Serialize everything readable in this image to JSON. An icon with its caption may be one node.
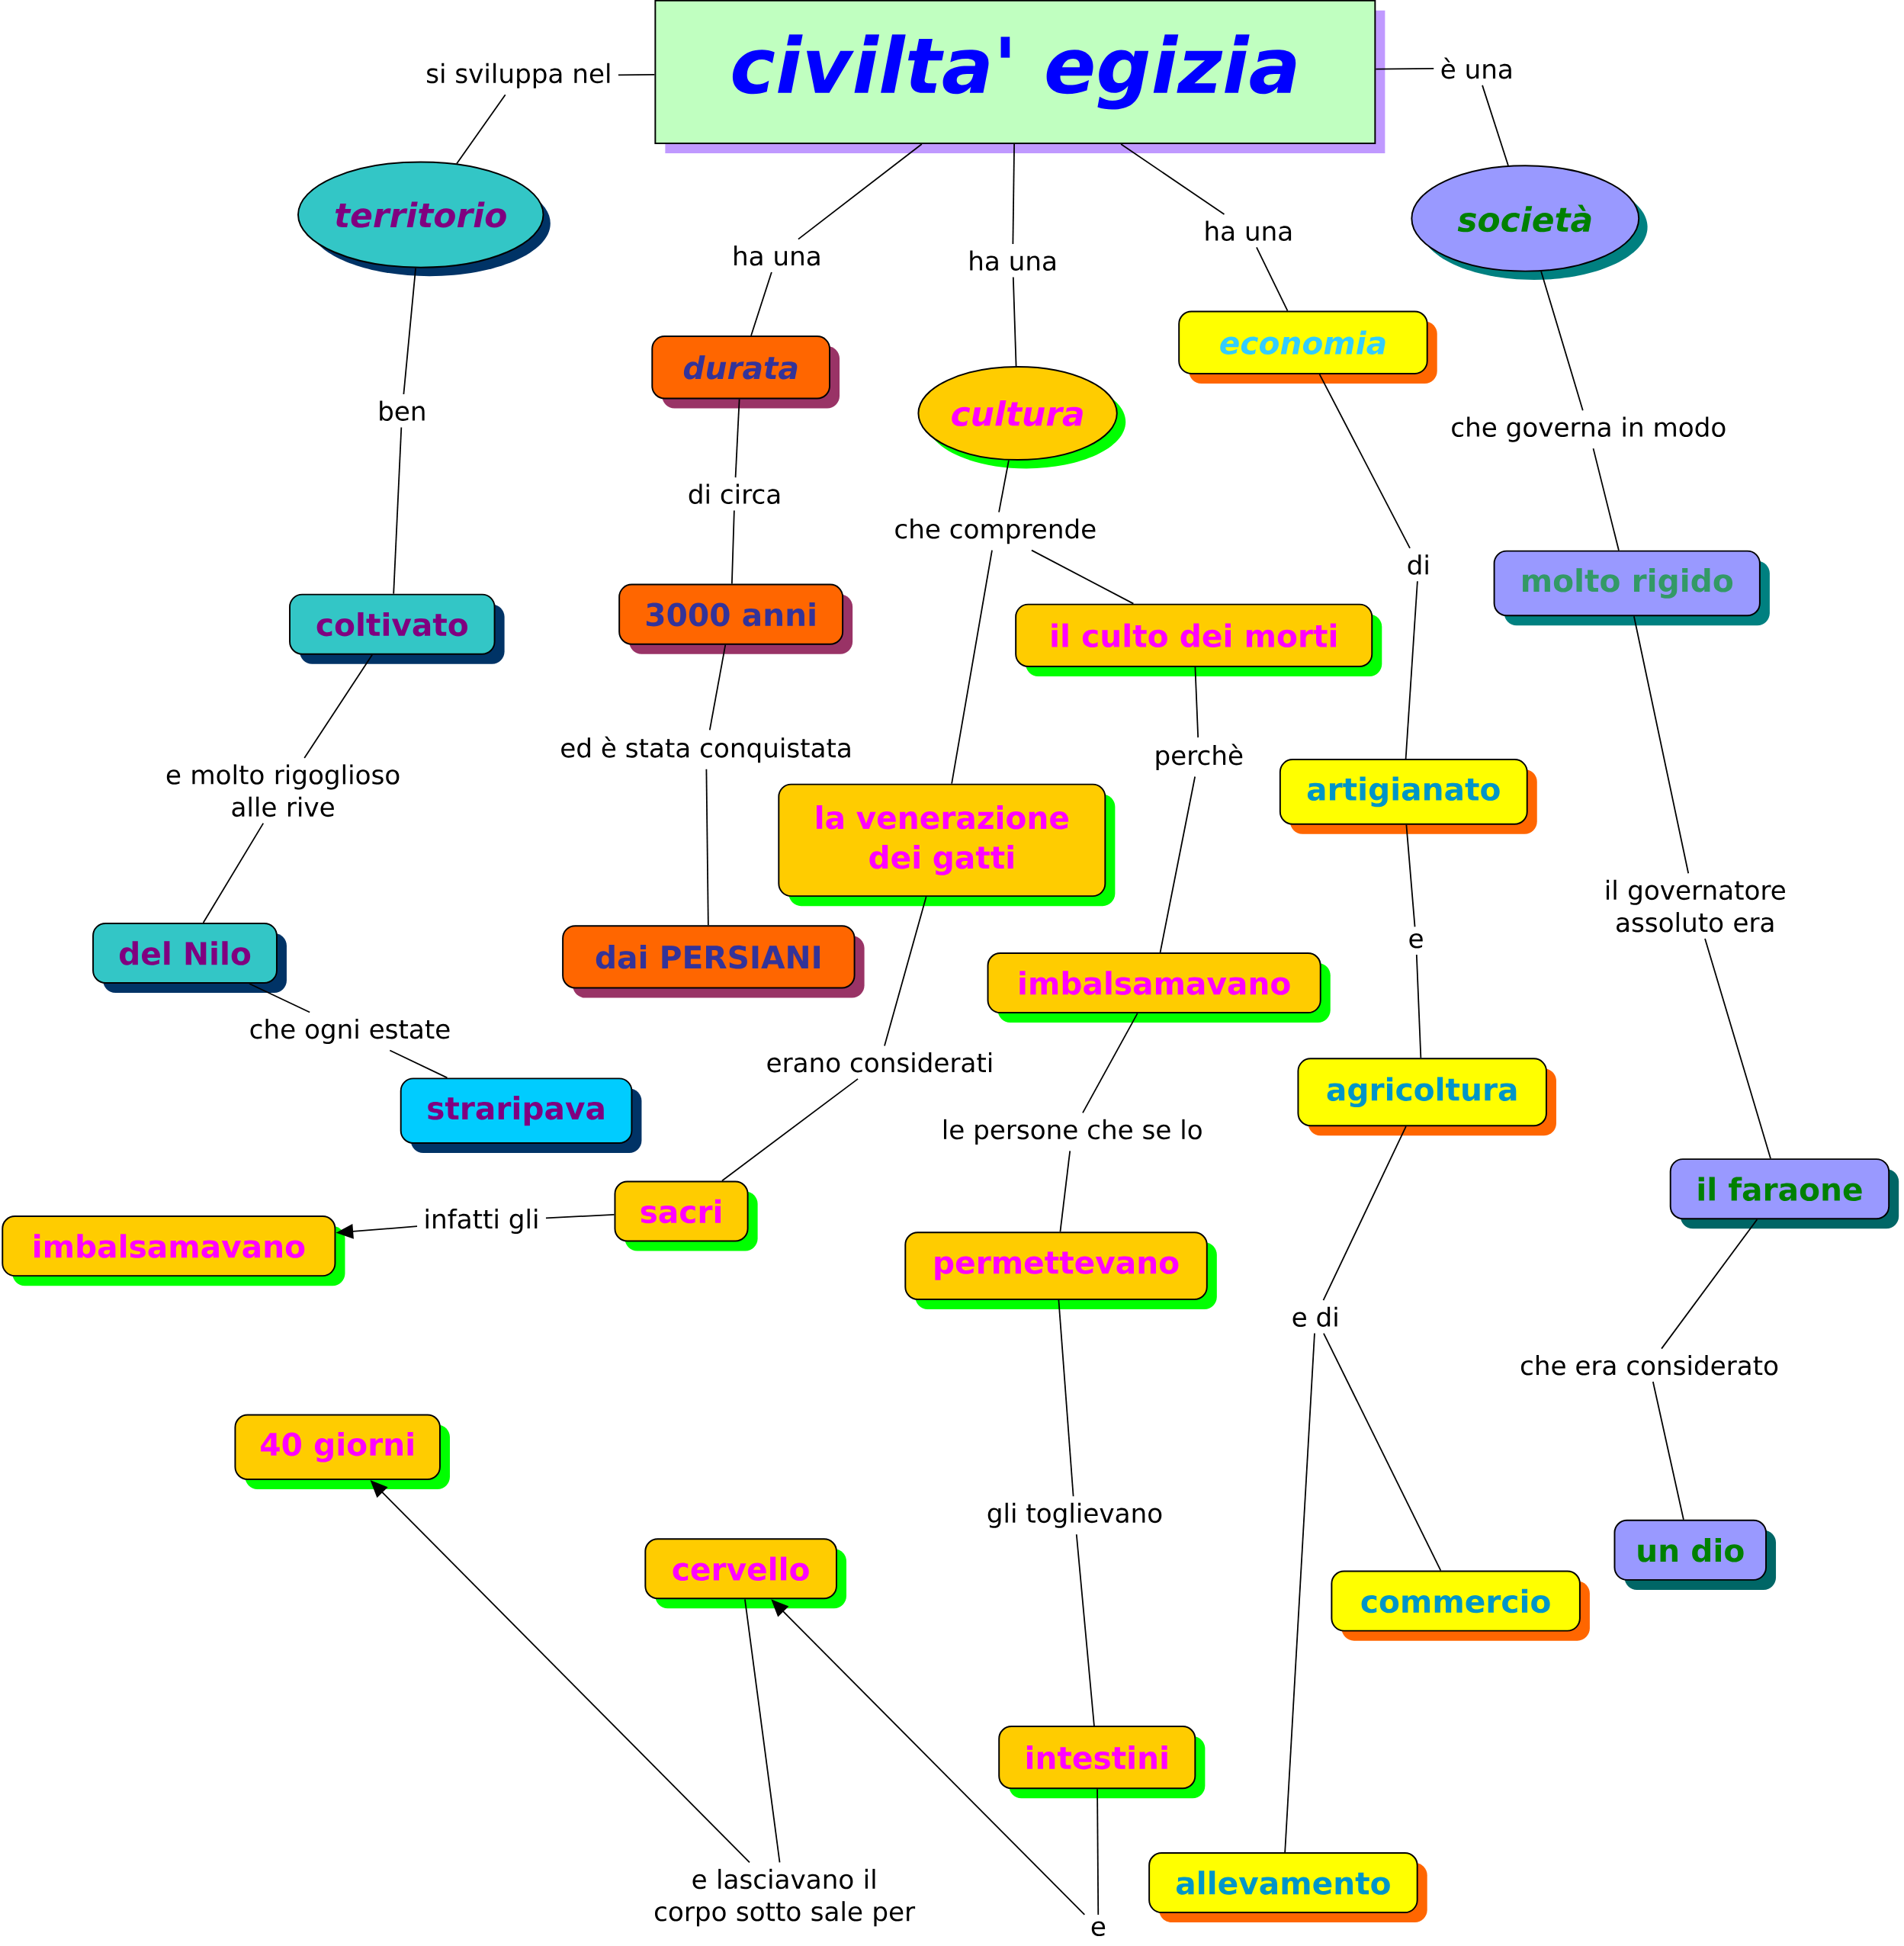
{
  "diagram": {
    "nodes": [
      {
        "text": [
          "civilta' egizia"
        ]
      },
      {
        "text": [
          "si sviluppa nel"
        ]
      },
      {
        "text": [
          "territorio"
        ]
      },
      {
        "text": [
          "ben"
        ]
      },
      {
        "text": [
          "coltivato"
        ]
      },
      {
        "text": [
          "e molto rigoglioso alle rive"
        ]
      },
      {
        "text": [
          "del Nilo"
        ]
      },
      {
        "text": [
          "che ogni estate"
        ]
      },
      {
        "text": [
          "straripava"
        ]
      },
      {
        "text": [
          "ha una"
        ]
      },
      {
        "text": [
          "durata"
        ]
      },
      {
        "text": [
          "di circa"
        ]
      },
      {
        "text": [
          "3000 anni"
        ]
      },
      {
        "text": [
          "ed è stata conquistata"
        ]
      },
      {
        "text": [
          "dai PERSIANI"
        ]
      },
      {
        "text": [
          "ha una"
        ]
      },
      {
        "text": [
          "cultura"
        ]
      },
      {
        "text": [
          "che comprende"
        ]
      },
      {
        "text": [
          "il culto dei morti"
        ]
      },
      {
        "text": [
          "la venerazione dei gatti"
        ]
      },
      {
        "text": [
          "perchè"
        ]
      },
      {
        "text": [
          "imbalsamavano"
        ]
      },
      {
        "text": [
          "erano considerati"
        ]
      },
      {
        "text": [
          "sacri"
        ]
      },
      {
        "text": [
          "infatti gli"
        ]
      },
      {
        "text": [
          "imbalsamavano"
        ]
      },
      {
        "text": [
          "le persone che se lo"
        ]
      },
      {
        "text": [
          "permettevano"
        ]
      },
      {
        "text": [
          "gli toglievano"
        ]
      },
      {
        "text": [
          "intestini"
        ]
      },
      {
        "text": [
          "e"
        ]
      },
      {
        "text": [
          "cervello"
        ]
      },
      {
        "text": [
          "e  lasciavano il corpo sotto sale per"
        ]
      },
      {
        "text": [
          "40 giorni"
        ]
      },
      {
        "text": [
          "ha una"
        ]
      },
      {
        "text": [
          "economia"
        ]
      },
      {
        "text": [
          "di"
        ]
      },
      {
        "text": [
          "artigianato"
        ]
      },
      {
        "text": [
          "e"
        ]
      },
      {
        "text": [
          "agricoltura"
        ]
      },
      {
        "text": [
          "e di"
        ]
      },
      {
        "text": [
          "commercio"
        ]
      },
      {
        "text": [
          "allevamento"
        ]
      },
      {
        "text": [
          "è una"
        ]
      },
      {
        "text": [
          "società"
        ]
      },
      {
        "text": [
          "che governa in modo"
        ]
      },
      {
        "text": [
          "molto rigido"
        ]
      },
      {
        "text": [
          "il governatore assoluto era"
        ]
      },
      {
        "text": [
          "il faraone"
        ]
      },
      {
        "text": [
          "che era considerato"
        ]
      },
      {
        "text": [
          "un dio"
        ]
      }
    ],
    "edges": [
      {
        "from": 0,
        "to": 1,
        "arrow": "none"
      },
      {
        "from": 1,
        "to": 2,
        "arrow": "none"
      },
      {
        "from": 2,
        "to": 3,
        "arrow": "none"
      },
      {
        "from": 3,
        "to": 4,
        "arrow": "none"
      },
      {
        "from": 4,
        "to": 5,
        "arrow": "none"
      },
      {
        "from": 5,
        "to": 6,
        "arrow": "none"
      },
      {
        "from": 6,
        "to": 7,
        "arrow": "none"
      },
      {
        "from": 7,
        "to": 8,
        "arrow": "none"
      },
      {
        "from": 0,
        "to": 9,
        "arrow": "none"
      },
      {
        "from": 9,
        "to": 10,
        "arrow": "none"
      },
      {
        "from": 10,
        "to": 11,
        "arrow": "none"
      },
      {
        "from": 11,
        "to": 12,
        "arrow": "none"
      },
      {
        "from": 12,
        "to": 13,
        "arrow": "none"
      },
      {
        "from": 13,
        "to": 14,
        "arrow": "none"
      },
      {
        "from": 0,
        "to": 15,
        "arrow": "none"
      },
      {
        "from": 15,
        "to": 16,
        "arrow": "none"
      },
      {
        "from": 16,
        "to": 17,
        "arrow": "none"
      },
      {
        "from": 17,
        "to": 18,
        "arrow": "none"
      },
      {
        "from": 17,
        "to": 19,
        "arrow": "none"
      },
      {
        "from": 18,
        "to": 20,
        "arrow": "none"
      },
      {
        "from": 20,
        "to": 21,
        "arrow": "none"
      },
      {
        "from": 19,
        "to": 22,
        "arrow": "none"
      },
      {
        "from": 22,
        "to": 23,
        "arrow": "none"
      },
      {
        "from": 23,
        "to": 24,
        "arrow": "none"
      },
      {
        "from": 24,
        "to": 25,
        "arrow": "to"
      },
      {
        "from": 21,
        "to": 26,
        "arrow": "none"
      },
      {
        "from": 26,
        "to": 27,
        "arrow": "none"
      },
      {
        "from": 27,
        "to": 28,
        "arrow": "none"
      },
      {
        "from": 28,
        "to": 29,
        "arrow": "none"
      },
      {
        "from": 29,
        "to": 30,
        "arrow": "none"
      },
      {
        "from": 30,
        "to": 31,
        "arrow": "to"
      },
      {
        "from": 31,
        "to": 32,
        "arrow": "none"
      },
      {
        "from": 32,
        "to": 33,
        "arrow": "to"
      },
      {
        "from": 0,
        "to": 34,
        "arrow": "none"
      },
      {
        "from": 34,
        "to": 35,
        "arrow": "none"
      },
      {
        "from": 35,
        "to": 36,
        "arrow": "none"
      },
      {
        "from": 36,
        "to": 37,
        "arrow": "none"
      },
      {
        "from": 37,
        "to": 38,
        "arrow": "none"
      },
      {
        "from": 38,
        "to": 39,
        "arrow": "none"
      },
      {
        "from": 39,
        "to": 40,
        "arrow": "none"
      },
      {
        "from": 40,
        "to": 41,
        "arrow": "none"
      },
      {
        "from": 40,
        "to": 42,
        "arrow": "none"
      },
      {
        "from": 0,
        "to": 43,
        "arrow": "none"
      },
      {
        "from": 43,
        "to": 44,
        "arrow": "none"
      },
      {
        "from": 44,
        "to": 45,
        "arrow": "none"
      },
      {
        "from": 45,
        "to": 46,
        "arrow": "none"
      },
      {
        "from": 46,
        "to": 47,
        "arrow": "none"
      },
      {
        "from": 47,
        "to": 48,
        "arrow": "none"
      },
      {
        "from": 48,
        "to": 49,
        "arrow": "none"
      },
      {
        "from": 49,
        "to": 50,
        "arrow": "none"
      }
    ]
  }
}
